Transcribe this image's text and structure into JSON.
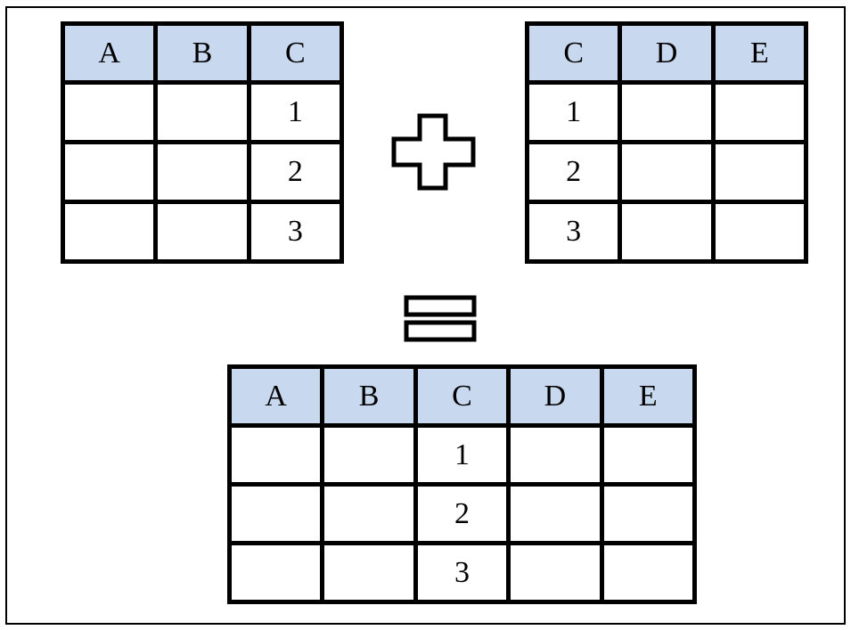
{
  "left_table": {
    "headers": [
      "A",
      "B",
      "C"
    ],
    "rows": [
      [
        "",
        "",
        "1"
      ],
      [
        "",
        "",
        "2"
      ],
      [
        "",
        "",
        "3"
      ]
    ]
  },
  "right_table": {
    "headers": [
      "C",
      "D",
      "E"
    ],
    "rows": [
      [
        "1",
        "",
        ""
      ],
      [
        "2",
        "",
        ""
      ],
      [
        "3",
        "",
        ""
      ]
    ]
  },
  "result_table": {
    "headers": [
      "A",
      "B",
      "C",
      "D",
      "E"
    ],
    "rows": [
      [
        "",
        "",
        "1",
        "",
        ""
      ],
      [
        "",
        "",
        "2",
        "",
        ""
      ],
      [
        "",
        "",
        "3",
        "",
        ""
      ]
    ]
  },
  "operators": {
    "plus": "plus-icon",
    "equals": "equals-icon"
  },
  "colors": {
    "header_fill": "#c8d8ef",
    "border": "#000000",
    "background": "#ffffff"
  }
}
